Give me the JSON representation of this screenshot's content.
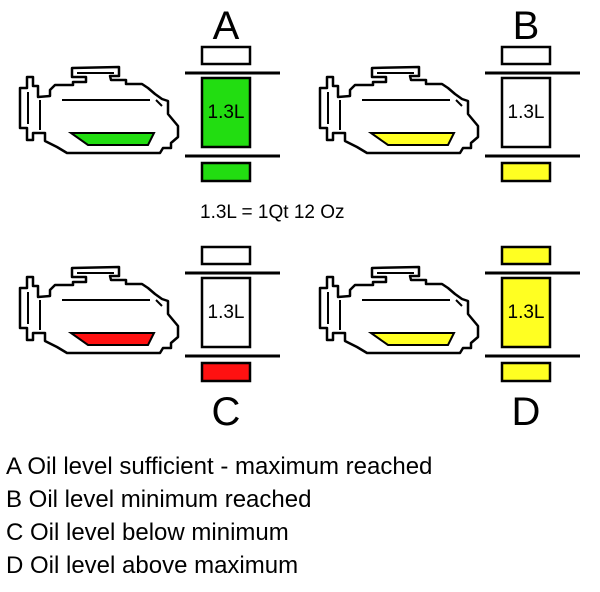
{
  "panels": [
    {
      "letter": "A",
      "volume": "1.3L",
      "oil_color": "#22dd11",
      "level": "maximum"
    },
    {
      "letter": "B",
      "volume": "1.3L",
      "oil_color": "#ffff22",
      "level": "minimum"
    },
    {
      "letter": "C",
      "volume": "1.3L",
      "oil_color": "#ff1111",
      "level": "below-minimum"
    },
    {
      "letter": "D",
      "volume": "1.3L",
      "oil_color": "#ffff22",
      "level": "above-maximum"
    }
  ],
  "conversion": "1.3L = 1Qt 12 Oz",
  "legend": [
    "A Oil level sufficient - maximum reached",
    "B Oil level minimum reached",
    "C Oil level below minimum",
    "D Oil level above maximum"
  ]
}
